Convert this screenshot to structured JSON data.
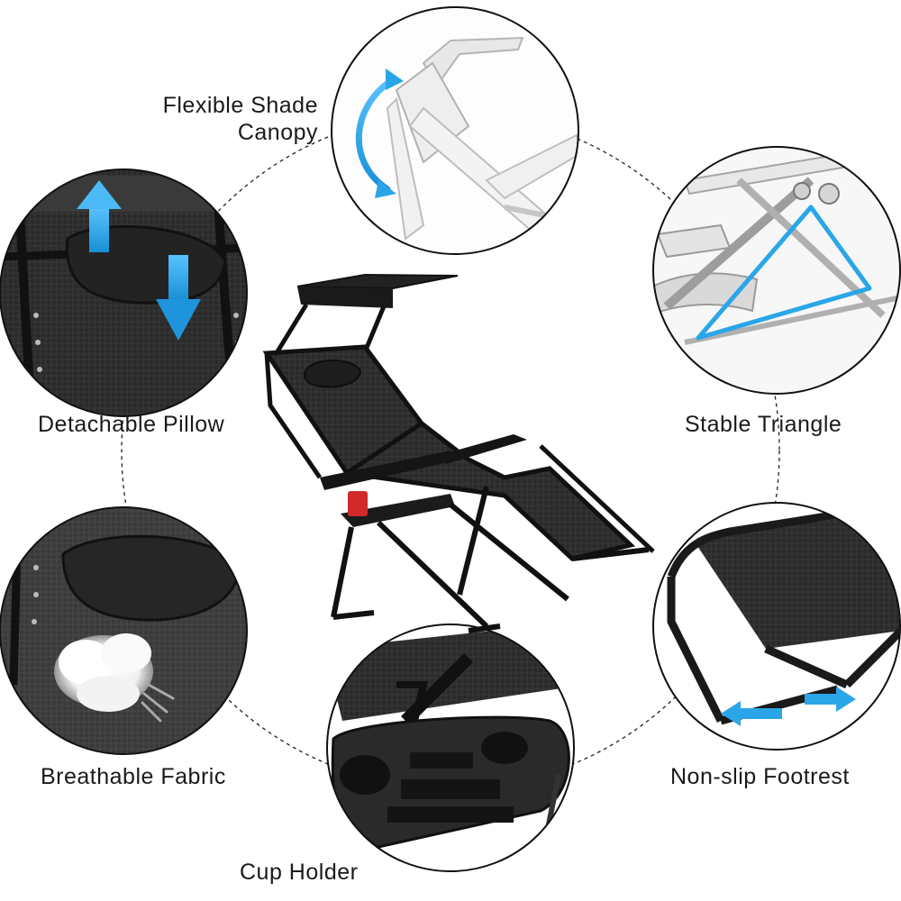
{
  "features": {
    "canopy": "Flexible Shade\nCanopy",
    "canopy_line1": "Flexible Shade",
    "canopy_line2": "Canopy",
    "pillow": "Detachable Pillow",
    "triangle": "Stable Triangle",
    "fabric": "Breathable Fabric",
    "footrest": "Non-slip Footrest",
    "cup_holder": "Cup Holder"
  },
  "colors": {
    "accent_arrow": "#2aa6e8",
    "fabric": "#2b2b2b",
    "frame": "#1c1c1c",
    "callout_border": "#111111",
    "connector": "#222222"
  },
  "icons": [
    "double-arrow-icon",
    "up-arrow-icon",
    "down-arrow-icon",
    "cloud-puff-icon",
    "triangle-outline-icon",
    "horizontal-arrows-icon"
  ]
}
